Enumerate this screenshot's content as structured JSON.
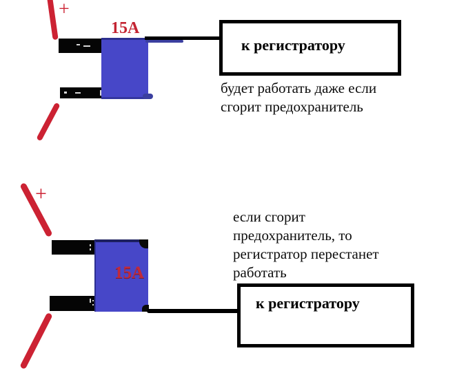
{
  "colors": {
    "wire_red": "#cc2233",
    "fuse_blue": "#4747c8",
    "fuse_edge_navy": "#2c2f8f",
    "amp_label_red": "#c32432",
    "wire_black": "#000000"
  },
  "diagram_top": {
    "polarity_label": "+",
    "fuse_label": "15A",
    "box_label": "к регистратору",
    "caption_lines": [
      "будет работать даже если",
      "сгорит предохранитель"
    ]
  },
  "diagram_bottom": {
    "polarity_label": "+",
    "fuse_label": "15А",
    "box_label": "к регистратору",
    "caption_lines": [
      "если сгорит",
      "предохранитель, то",
      "регистратор перестанет",
      "работать"
    ]
  }
}
